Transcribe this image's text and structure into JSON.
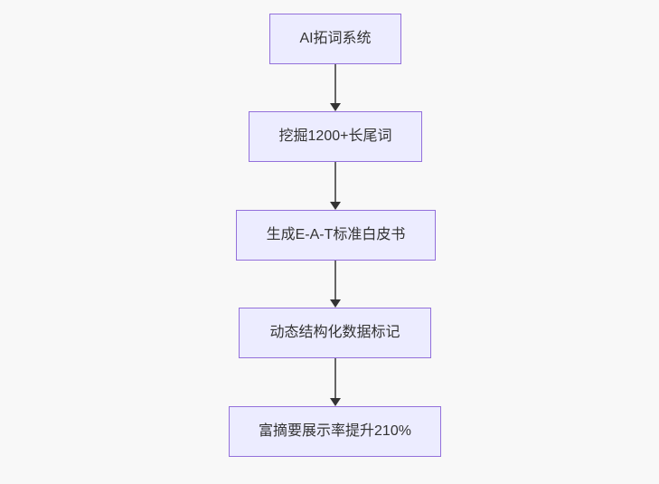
{
  "flowchart": {
    "type": "flowchart-top-down",
    "background": "#f8f8f8",
    "colors": {
      "node_fill": "#ececff",
      "node_border": "#9370db",
      "node_text": "#333333",
      "edge_line": "#666666",
      "arrowhead": "#333333"
    },
    "nodes": [
      {
        "label": "AI拓词系统"
      },
      {
        "label": "挖掘1200+长尾词"
      },
      {
        "label": "生成E-A-T标准白皮书"
      },
      {
        "label": "动态结构化数据标记"
      },
      {
        "label": "富摘要展示率提升210%"
      }
    ],
    "edges": [
      {
        "from": 0,
        "to": 1
      },
      {
        "from": 1,
        "to": 2
      },
      {
        "from": 2,
        "to": 3
      },
      {
        "from": 3,
        "to": 4
      }
    ]
  }
}
